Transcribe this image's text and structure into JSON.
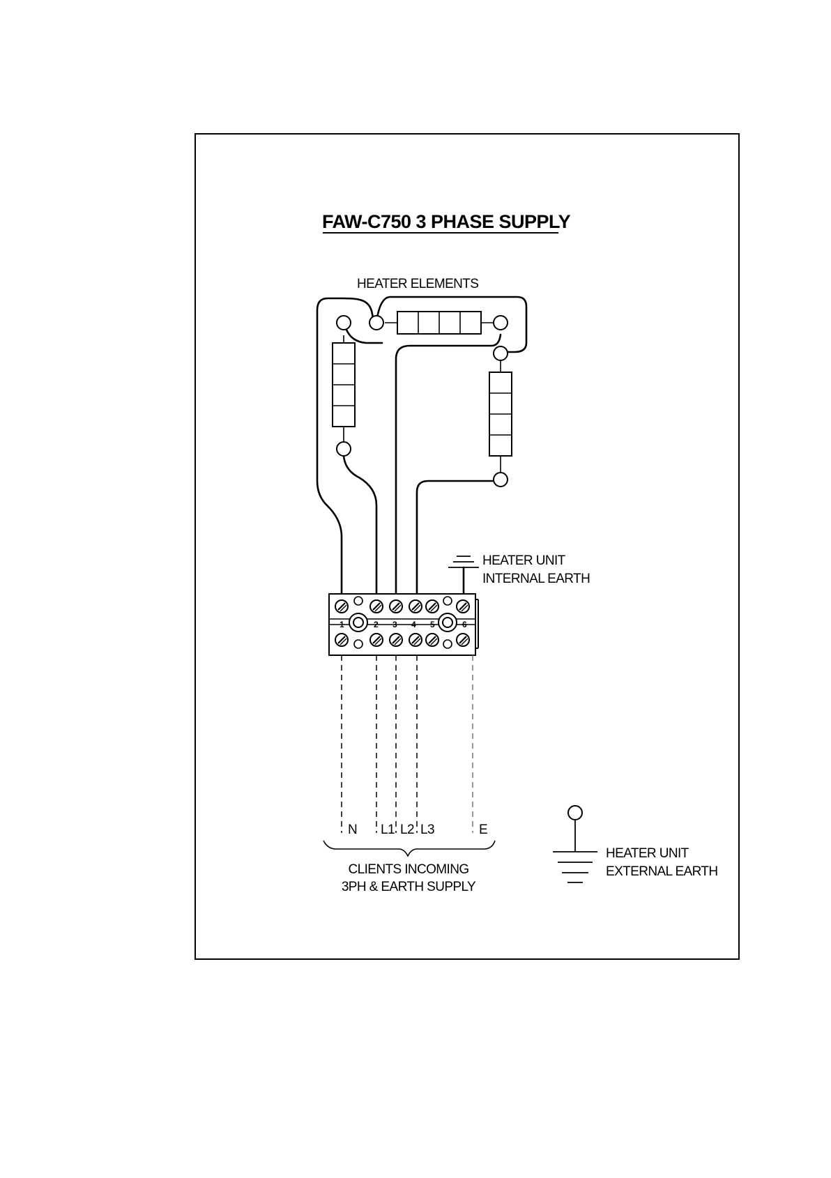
{
  "diagram": {
    "title": "FAW-C750 3 PHASE SUPPLY",
    "heater_elements_label": "HEATER ELEMENTS",
    "internal_earth_label": [
      "HEATER UNIT",
      "INTERNAL EARTH"
    ],
    "terminal_numbers": [
      "1",
      "2",
      "3",
      "4",
      "5",
      "6"
    ],
    "supply_conductors": [
      "N",
      "L1",
      "L2",
      "L3",
      "E"
    ],
    "incoming_supply_label": [
      "CLIENTS INCOMING",
      "3PH & EARTH SUPPLY"
    ],
    "external_earth_label": [
      "HEATER UNIT",
      "EXTERNAL EARTH"
    ]
  }
}
